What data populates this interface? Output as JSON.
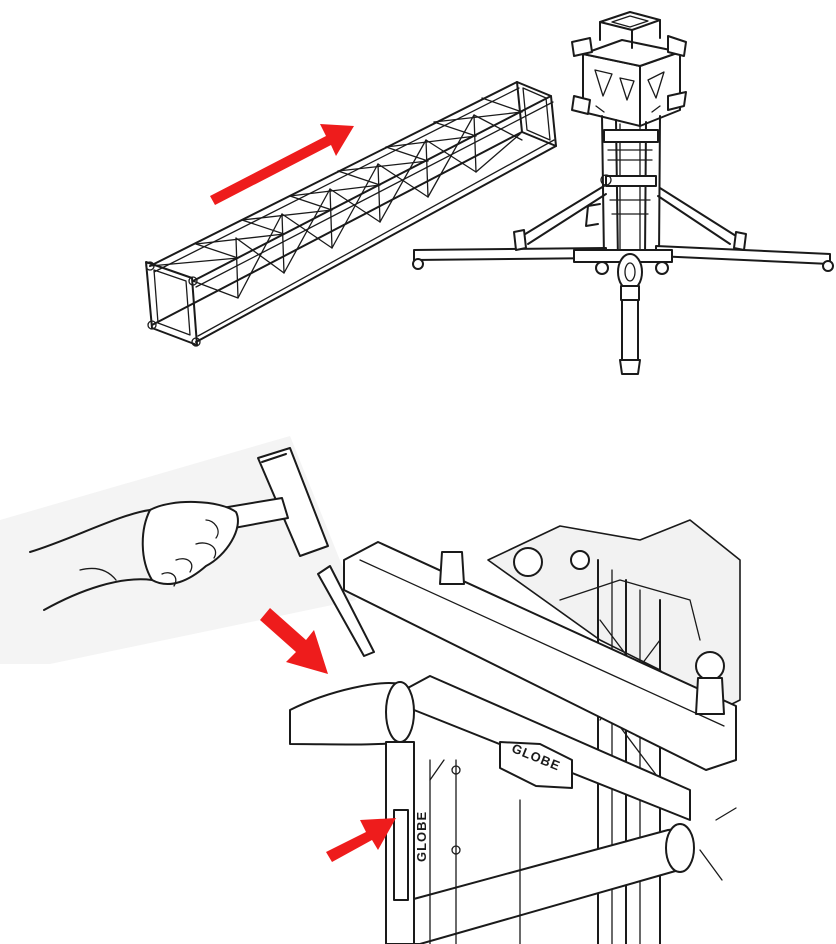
{
  "colors": {
    "arrow": "#ee1c1c",
    "line": "#1a1a1a",
    "background": "#ffffff"
  },
  "steps": [
    {
      "id": "step-1",
      "elements": [
        "truss-section",
        "slide-arrow",
        "tower-lift"
      ]
    },
    {
      "id": "step-2",
      "elements": [
        "hand-with-hammer",
        "hammer-arrow",
        "connector-detail",
        "pin-arrow"
      ]
    }
  ],
  "detail": {
    "rail_brand": "GLOBE",
    "post_label": "GLOBE"
  }
}
